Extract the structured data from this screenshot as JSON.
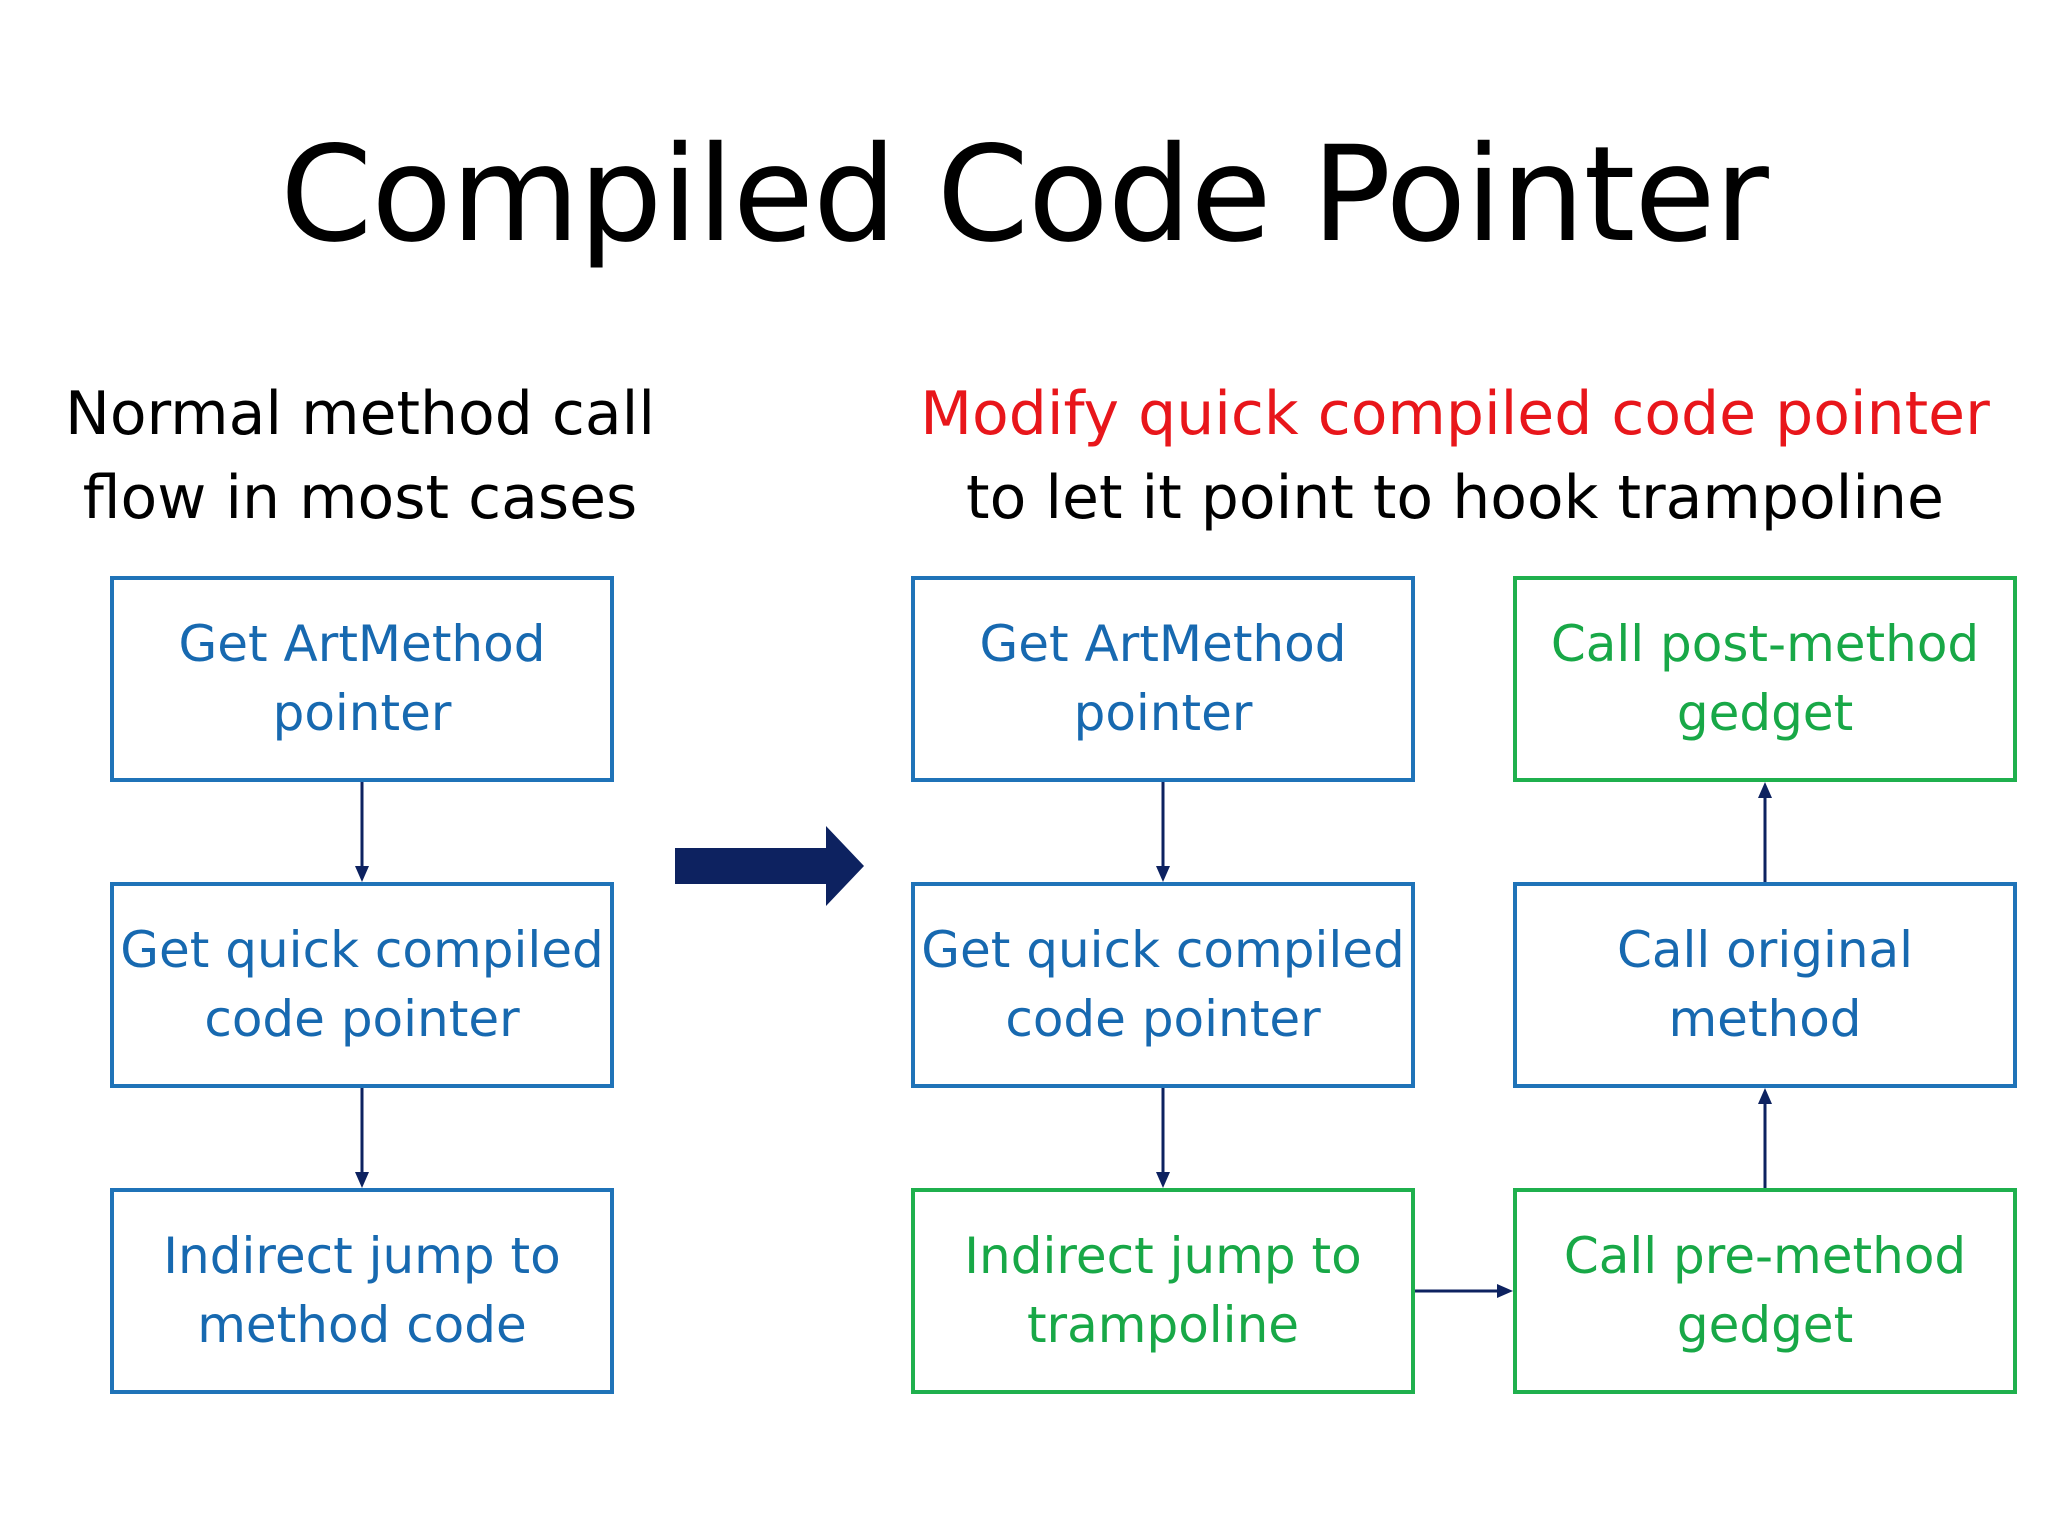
{
  "title": "Compiled Code Pointer",
  "left_caption": {
    "line1": "Normal method call",
    "line2": "flow in most cases"
  },
  "right_caption": {
    "line1": "Modify quick compiled code pointer",
    "line2": "to let it point to hook trampoline"
  },
  "left_flow": [
    {
      "line1": "Get ArtMethod",
      "line2": "pointer"
    },
    {
      "line1": "Get quick compiled",
      "line2": "code pointer"
    },
    {
      "line1": "Indirect jump to",
      "line2": "method code"
    }
  ],
  "right_flow": {
    "get_artmethod": {
      "line1": "Get ArtMethod",
      "line2": "pointer"
    },
    "get_quick": {
      "line1": "Get quick compiled",
      "line2": "code pointer"
    },
    "indirect_jump": {
      "line1": "Indirect jump to",
      "line2": "trampoline"
    },
    "pre_method": {
      "line1": "Call pre-method",
      "line2": "gedget"
    },
    "original": {
      "line1": "Call original",
      "line2": "method"
    },
    "post_method": {
      "line1": "Call post-method",
      "line2": "gedget"
    }
  },
  "colors": {
    "title_text": "#000000",
    "highlight_red": "#e8161b",
    "box_blue": "#1f73b8",
    "box_green": "#1fb04d",
    "arrow_navy": "#0d2260"
  }
}
